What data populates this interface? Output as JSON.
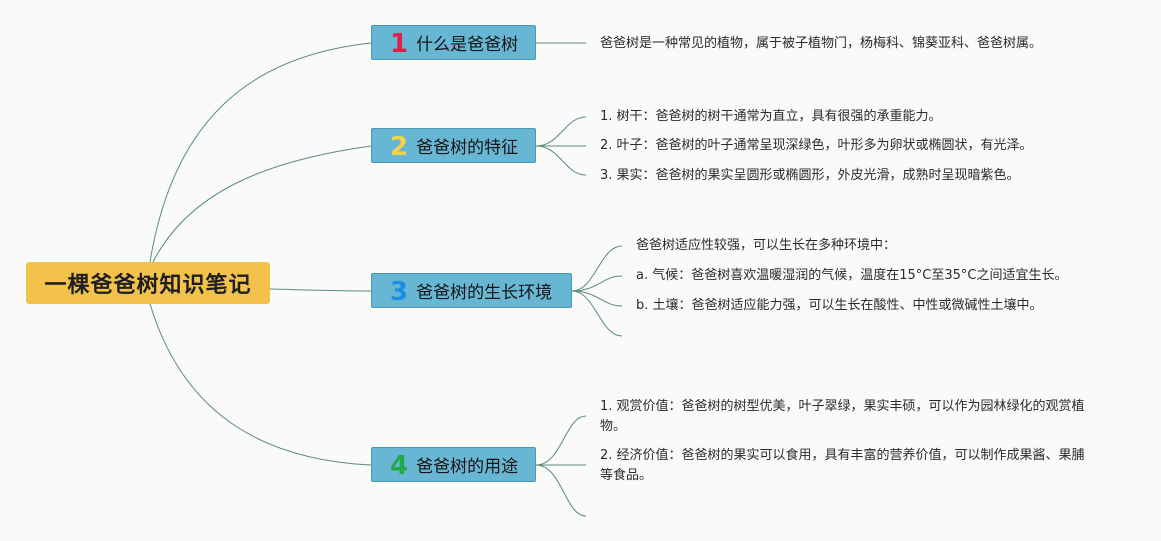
{
  "root": {
    "title": "一棵爸爸树知识笔记"
  },
  "topics": [
    {
      "num": "1",
      "num_color": "#e0204a",
      "label": "什么是爸爸树",
      "items": [
        "爸爸树是一种常见的植物，属于被子植物门，杨梅科、锦葵亚科、爸爸树属。"
      ]
    },
    {
      "num": "2",
      "num_color": "#f3d34a",
      "label": "爸爸树的特征",
      "items": [
        "1. 树干：爸爸树的树干通常为直立，具有很强的承重能力。",
        "2. 叶子：爸爸树的叶子通常呈现深绿色，叶形多为卵状或椭圆状，有光泽。",
        "3. 果实：爸爸树的果实呈圆形或椭圆形，外皮光滑，成熟时呈现暗紫色。"
      ]
    },
    {
      "num": "3",
      "num_color": "#1e8fe0",
      "label": "爸爸树的生长环境",
      "items": [
        "爸爸树适应性较强，可以生长在多种环境中：",
        "a. 气候：爸爸树喜欢温暖湿润的气候，温度在15°C至35°C之间适宜生长。",
        "b. 土壤：爸爸树适应能力强，可以生长在酸性、中性或微碱性土壤中。"
      ]
    },
    {
      "num": "4",
      "num_color": "#22a84a",
      "label": "爸爸树的用途",
      "items": [
        "1. 观赏价值：爸爸树的树型优美，叶子翠绿，果实丰硕，可以作为园林绿化的观赏植物。",
        "2. 经济价值：爸爸树的果实可以食用，具有丰富的营养价值，可以制作成果酱、果脯等食品。"
      ]
    }
  ]
}
